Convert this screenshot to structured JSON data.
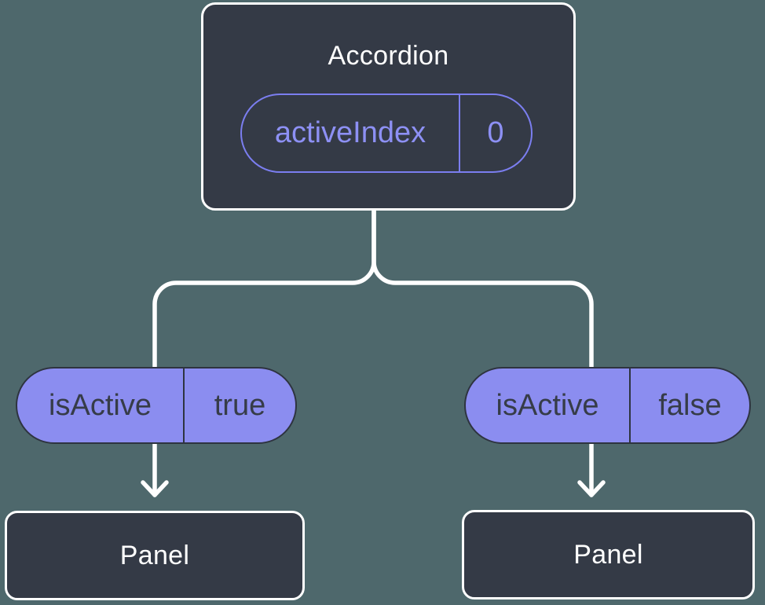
{
  "diagram": {
    "type": "component-tree",
    "root_node": {
      "title": "Accordion",
      "state_name": "activeIndex",
      "state_value": "0"
    },
    "left_branch": {
      "prop_name": "isActive",
      "prop_value": "true",
      "child_label": "Panel"
    },
    "right_branch": {
      "prop_name": "isActive",
      "prop_value": "false",
      "child_label": "Panel"
    },
    "colors": {
      "background": "#4e686c",
      "node_fill": "#343a46",
      "node_border": "#ffffff",
      "pill_fill": "#8b8df0",
      "pill_outline": "#7b7ef0",
      "pill_dark_text": "#363c48",
      "connector": "#ffffff"
    }
  }
}
